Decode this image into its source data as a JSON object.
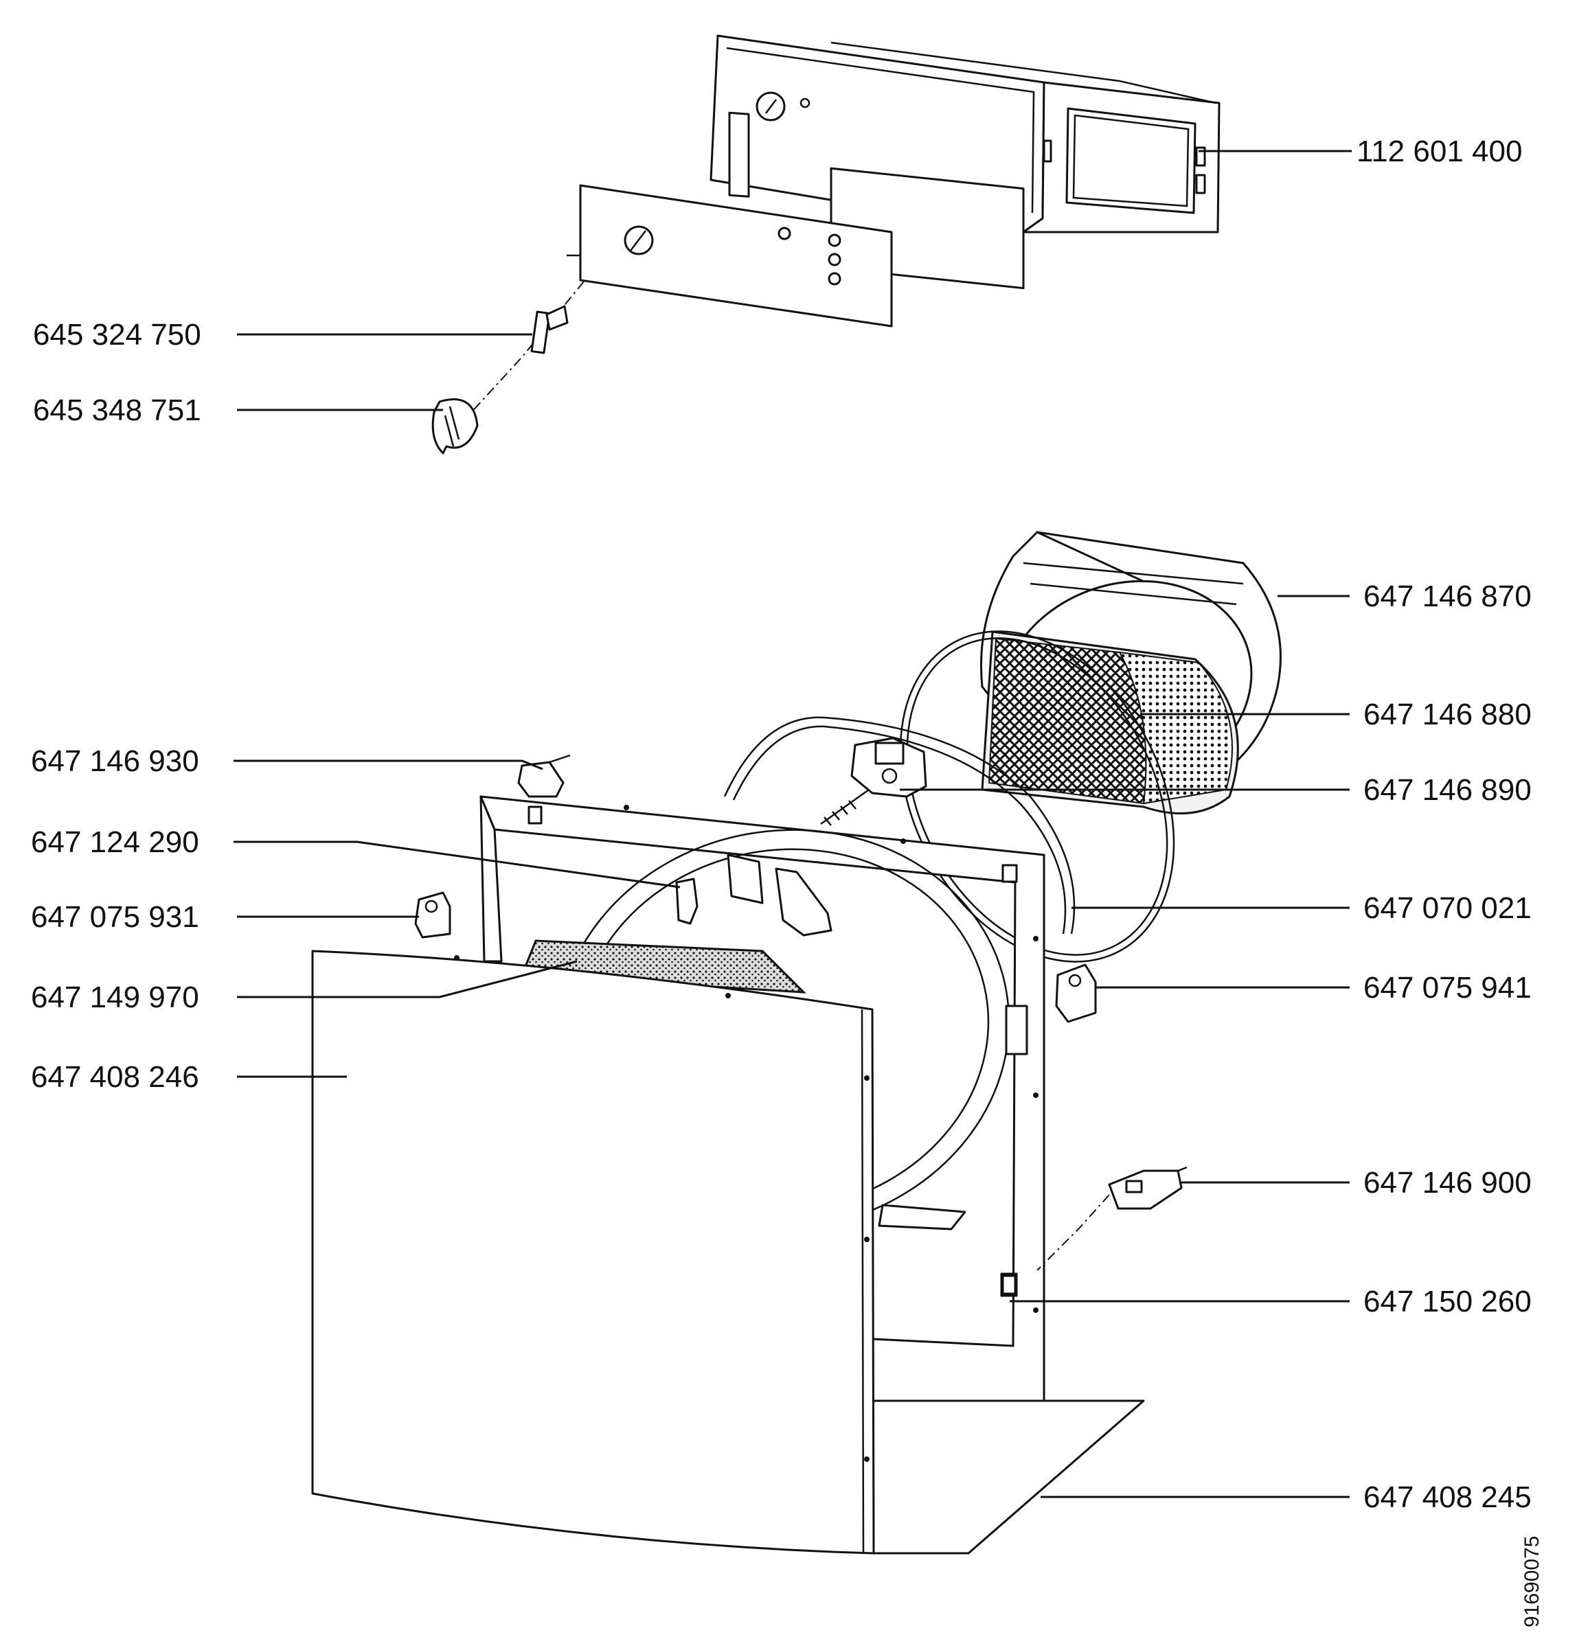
{
  "parts": {
    "control_panel_housing": "112 601 400",
    "panel_clip": "645 324 750",
    "knob": "645 348 751",
    "drum_rear": "647 146 870",
    "drum": "647 146 880",
    "drum_front_bearing": "647 146 890",
    "top_bracket": "647 146 930",
    "front_spring": "647 124 290",
    "hinge_left": "647 075 931",
    "filter": "647 149 970",
    "front_panel": "647 408 246",
    "drum_seal": "647 070 021",
    "hinge_right": "647 075 941",
    "door_switch": "647 146 900",
    "door_catch": "647 150 260",
    "base_plate": "647 408 245"
  },
  "document_id": "91690075",
  "colors": {
    "line": "#111111",
    "background": "#ffffff"
  }
}
